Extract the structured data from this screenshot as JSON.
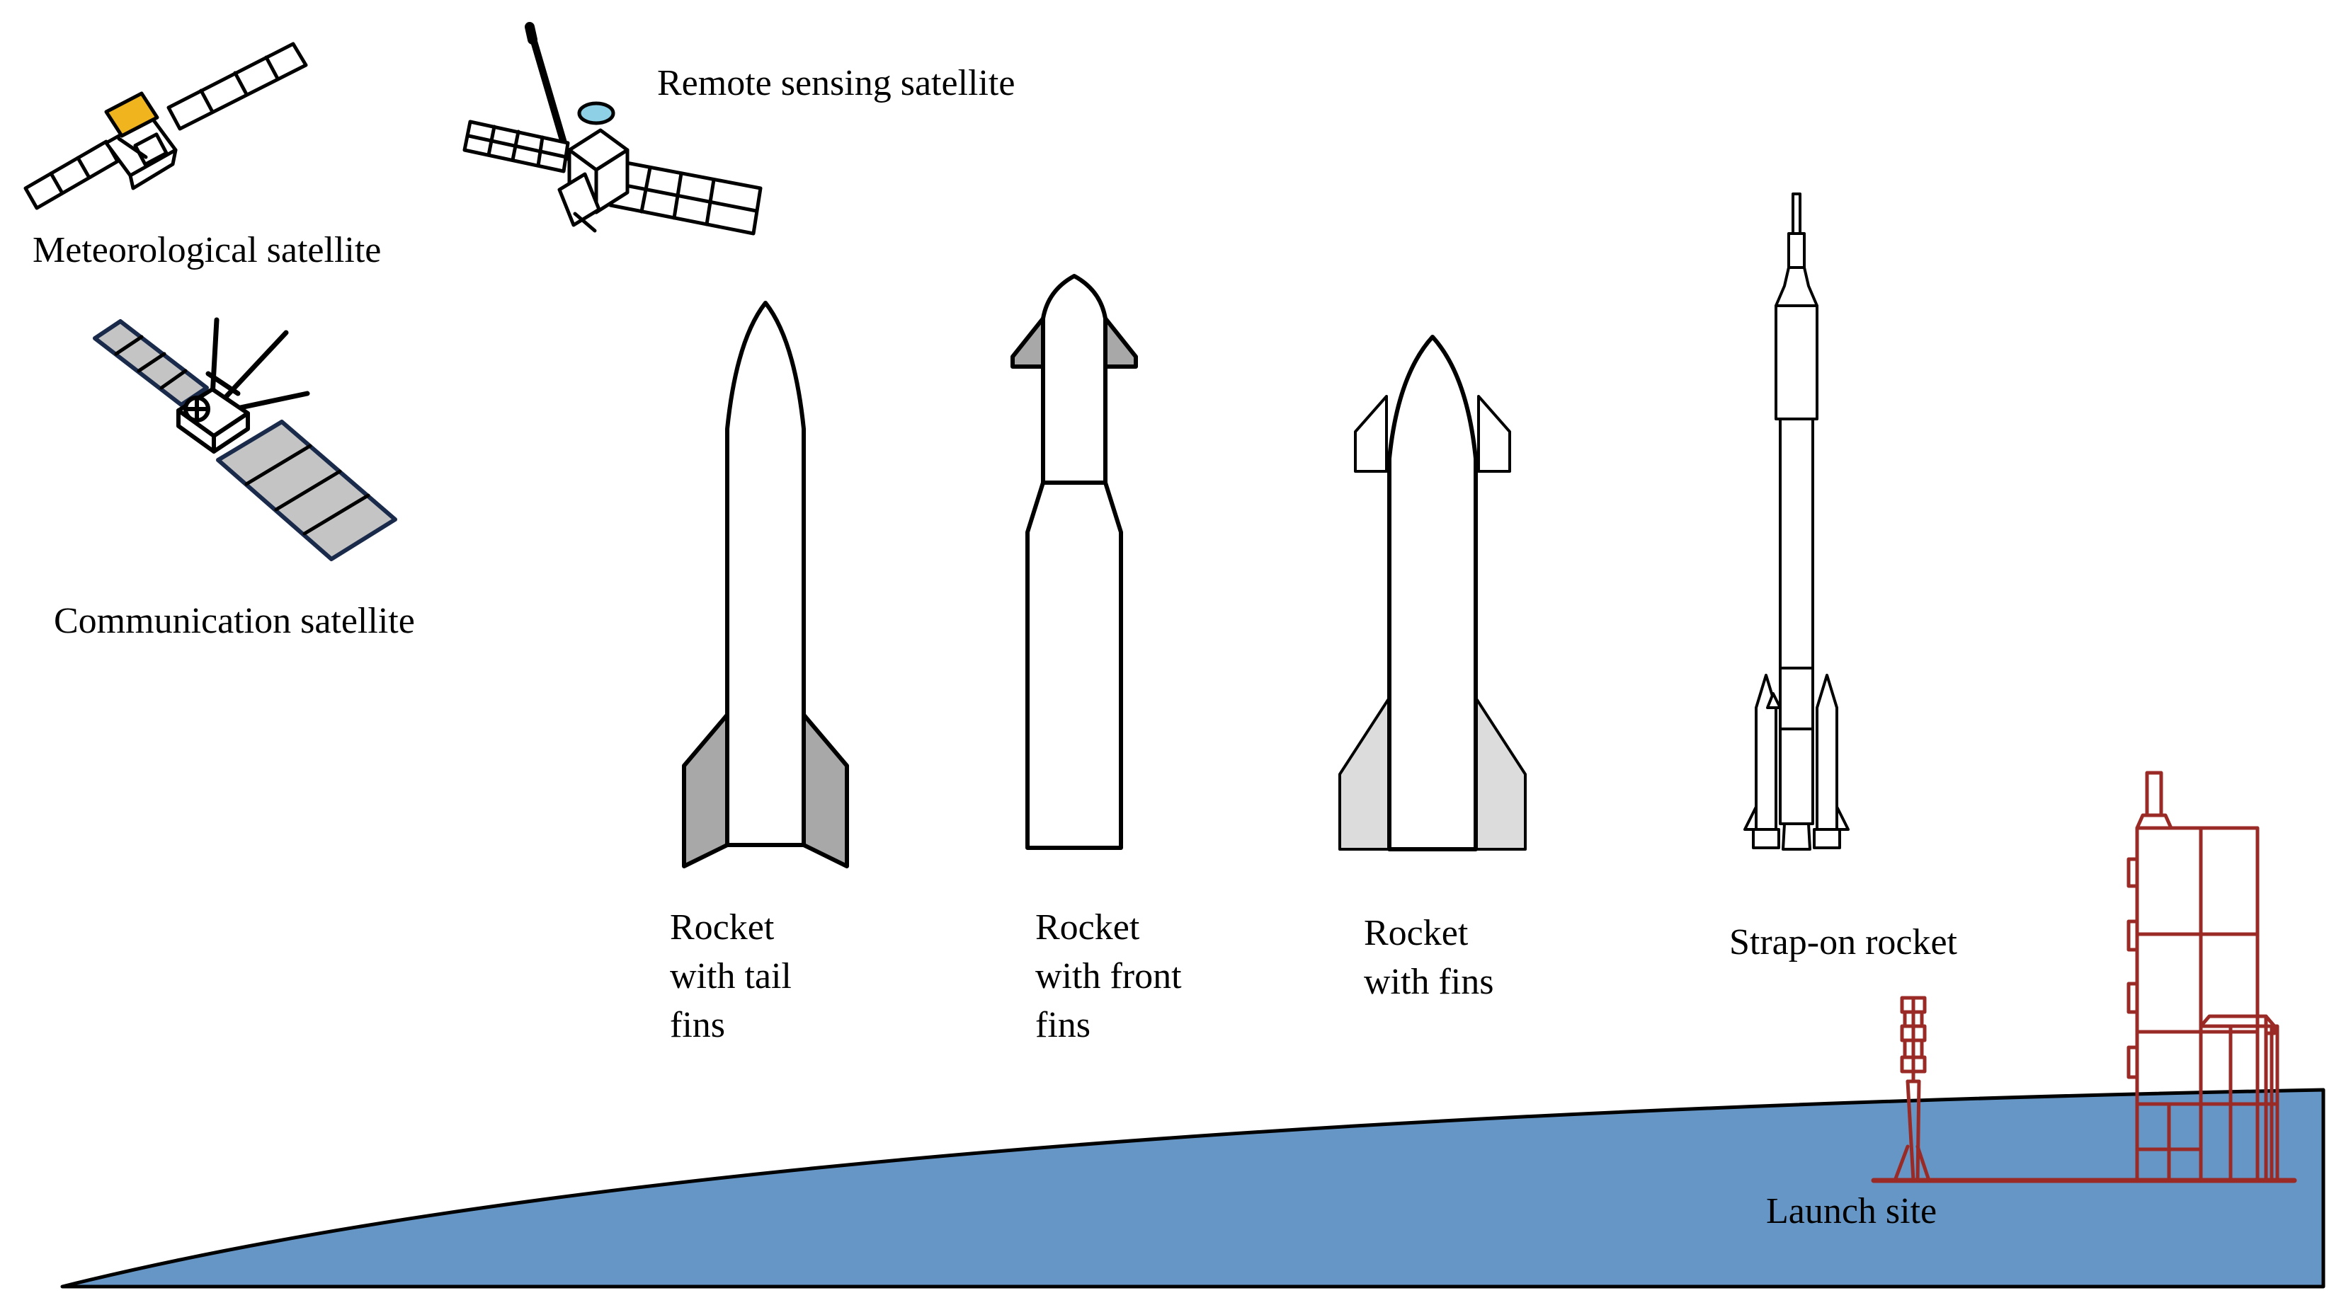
{
  "labels": {
    "meteorological": "Meteorological satellite",
    "remote_sensing": "Remote sensing satellite",
    "communication": "Communication satellite",
    "tail_fins_1": "Rocket",
    "tail_fins_2": "with tail",
    "tail_fins_3": "fins",
    "front_fins_1": "Rocket",
    "front_fins_2": "with front",
    "front_fins_3": "fins",
    "fins_1": "Rocket",
    "fins_2": "with fins",
    "strap_on": "Strap-on rocket",
    "launch_site": "Launch site"
  },
  "colors": {
    "ground_fill": "#6596c6",
    "tower_stroke": "#9a2a25",
    "tail_fin_fill": "#a8a8a8",
    "front_fin_fill": "#a8a8a8",
    "side_fin_fill": "#dcdcdc",
    "solar_panel_fill": "#c4c4c4",
    "solar_panel_edge": "#1a2a4a",
    "meteo_box_fill": "#f0b41e",
    "remote_dish_fill": "#8ed0e6"
  }
}
